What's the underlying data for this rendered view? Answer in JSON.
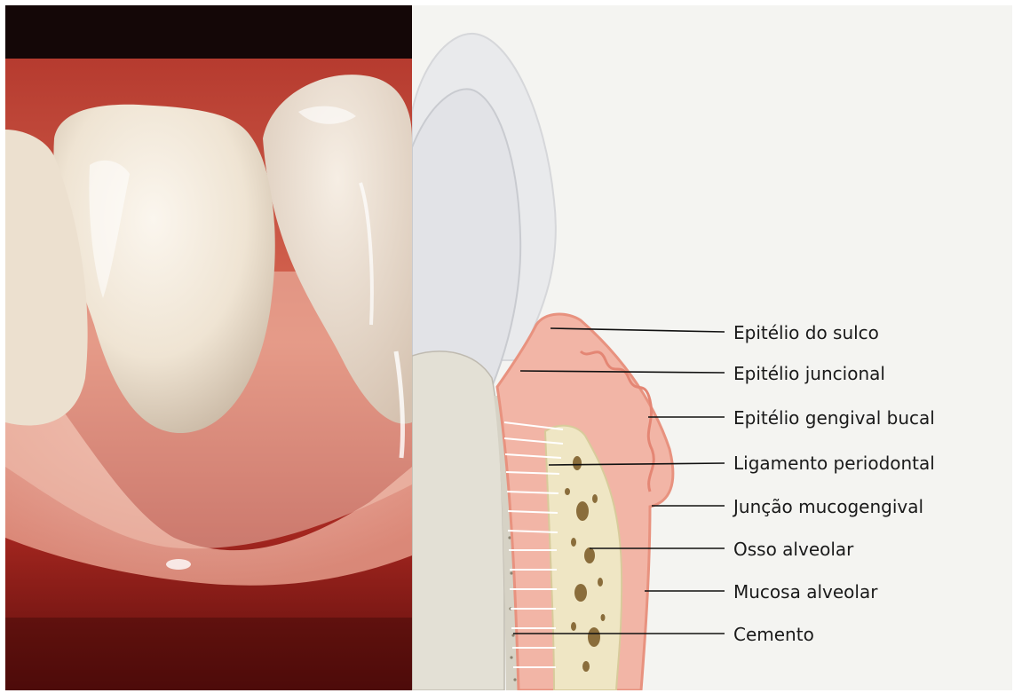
{
  "labels": [
    "Epitélio do sulco",
    "Epitélio juncional",
    "Epitélio gengival bucal",
    "Ligamento periodontal",
    "Junção mucogengival",
    "Osso alveolar",
    "Mucosa alveolar",
    "Cemento"
  ],
  "colors": {
    "gingiva": "#f2b5a6",
    "gingiva_edge": "#e8927f",
    "enamel": "#e6e7ea",
    "root": "#e4e1d6",
    "bone": "#efe6c4",
    "marrow": "#8a6d3b",
    "background": "#f4f4f1",
    "photo_gum": "#c44838"
  }
}
